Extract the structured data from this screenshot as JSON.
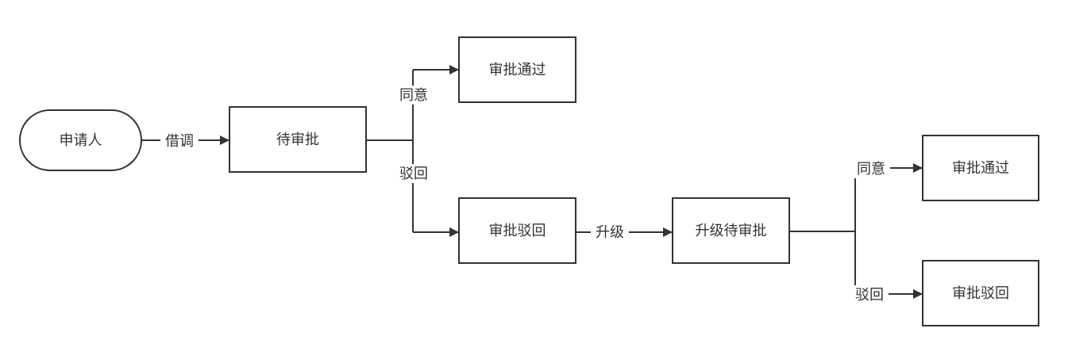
{
  "colors": {
    "stroke": "#333333",
    "fill": "#ffffff",
    "text": "#333333"
  },
  "nodes": {
    "applicant": "申请人",
    "pending": "待审批",
    "approved_top": "审批通过",
    "rejected_mid": "审批驳回",
    "escalated_pending": "升级待审批",
    "approved_right": "审批通过",
    "rejected_right": "审批驳回"
  },
  "edges": {
    "borrow": "借调",
    "agree_top": "同意",
    "reject_top": "驳回",
    "upgrade": "升级",
    "agree_right": "同意",
    "reject_right": "驳回"
  }
}
